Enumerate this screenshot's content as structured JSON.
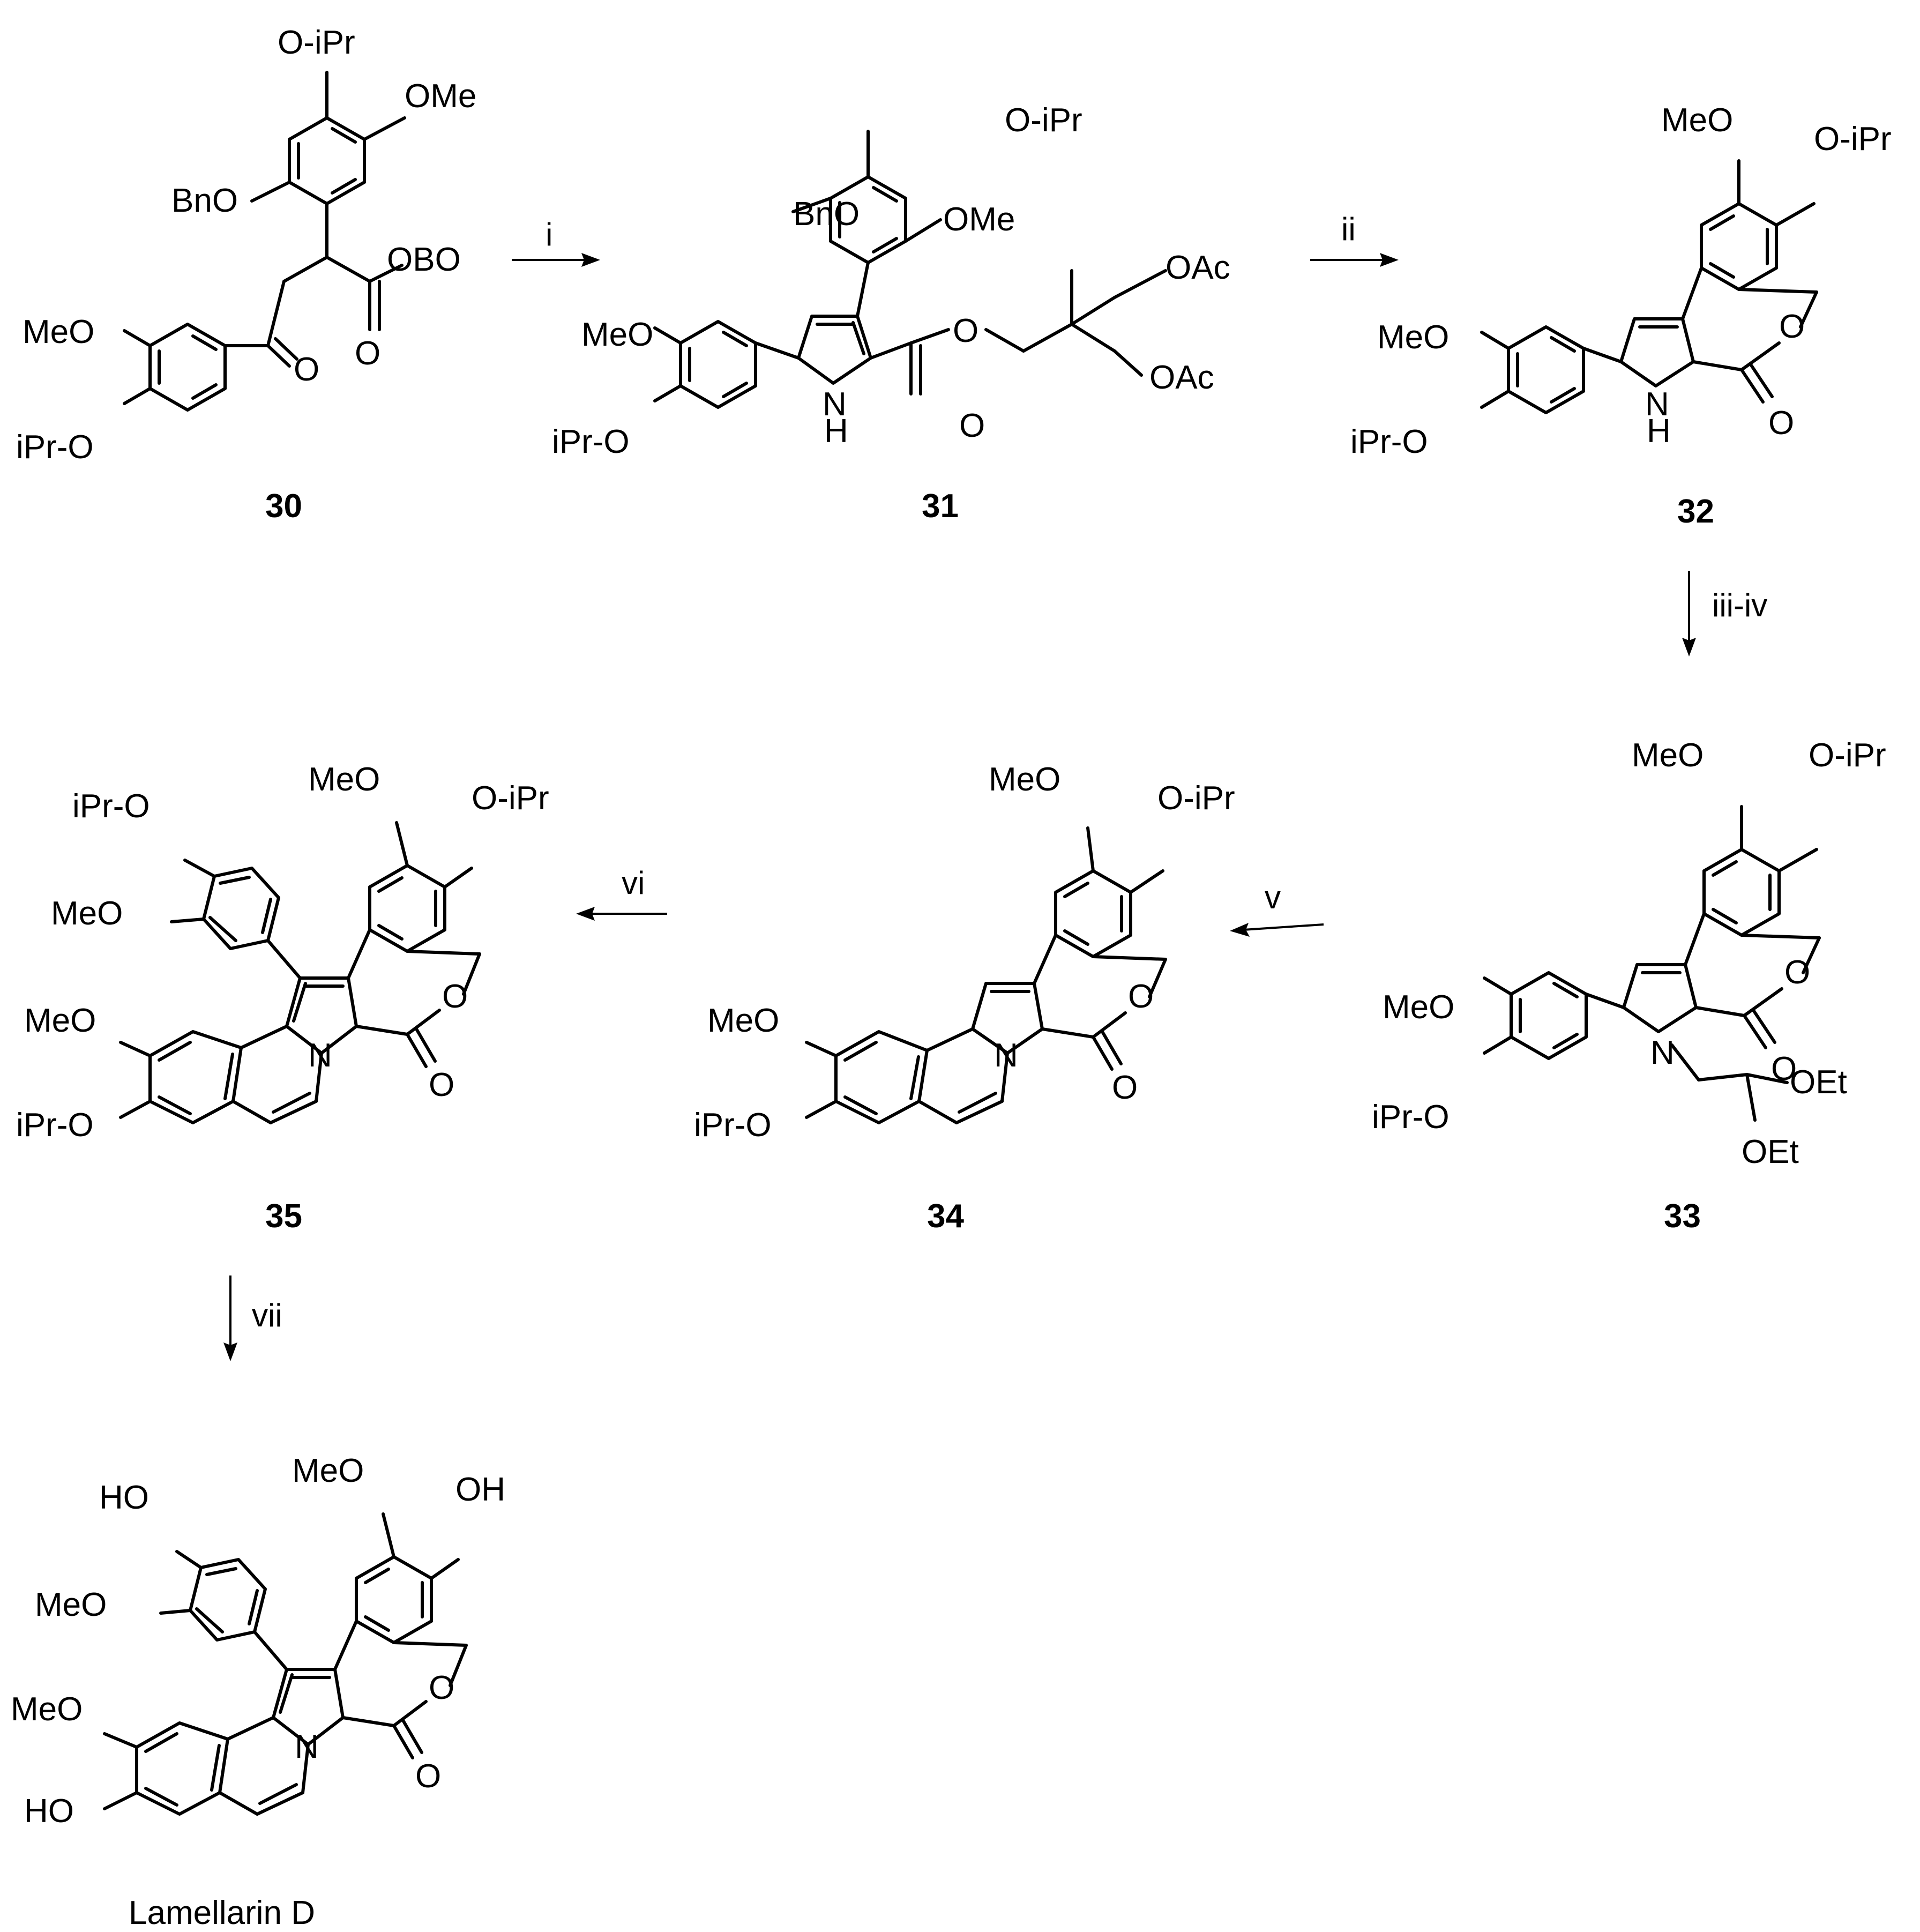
{
  "compounds": {
    "c30": {
      "label": "30",
      "atoms": {
        "oipr": "O-iPr",
        "ome": "OMe",
        "bno": "BnO",
        "obo": "OBO",
        "meo": "MeO",
        "ipro": "iPr-O",
        "o_keto": "O",
        "o_ester": "O"
      }
    },
    "c31": {
      "label": "31",
      "atoms": {
        "oipr": "O-iPr",
        "bno": "BnO",
        "ome": "OMe",
        "oac1": "OAc",
        "oac2": "OAc",
        "meo": "MeO",
        "ipro": "iPr-O",
        "nh_n": "N",
        "nh_h": "H",
        "o_ester": "O",
        "o_carbonyl": "O"
      }
    },
    "c32": {
      "label": "32",
      "atoms": {
        "meo_top": "MeO",
        "oipr": "O-iPr",
        "o_ring": "O",
        "o_carbonyl": "O",
        "meo": "MeO",
        "ipro": "iPr-O",
        "nh_n": "N",
        "nh_h": "H"
      }
    },
    "c33": {
      "label": "33",
      "atoms": {
        "meo_top": "MeO",
        "oipr": "O-iPr",
        "o_ring": "O",
        "o_carbonyl": "O",
        "meo": "MeO",
        "ipro": "iPr-O",
        "n": "N",
        "oet1": "OEt",
        "oet2": "OEt"
      }
    },
    "c34": {
      "label": "34",
      "atoms": {
        "meo_top": "MeO",
        "oipr": "O-iPr",
        "o_ring": "O",
        "o_carbonyl": "O",
        "meo": "MeO",
        "ipro": "iPr-O",
        "n": "N"
      }
    },
    "c35": {
      "label": "35",
      "atoms": {
        "ipro_top": "iPr-O",
        "meo_aryl": "MeO",
        "meo_top": "MeO",
        "oipr": "O-iPr",
        "o_ring": "O",
        "o_carbonyl": "O",
        "meo": "MeO",
        "ipro": "iPr-O",
        "n": "N"
      }
    },
    "lam": {
      "label": "Lamellarin D",
      "atoms": {
        "ho_top": "HO",
        "meo_aryl": "MeO",
        "meo_top": "MeO",
        "oh": "OH",
        "o_ring": "O",
        "o_carbonyl": "O",
        "meo": "MeO",
        "ho": "HO",
        "n": "N"
      }
    }
  },
  "reagents": {
    "step_i": "i",
    "step_ii": "ii",
    "step_iii_iv": "iii-iv",
    "step_v": "v",
    "step_vi": "vi",
    "step_vii": "vii"
  }
}
